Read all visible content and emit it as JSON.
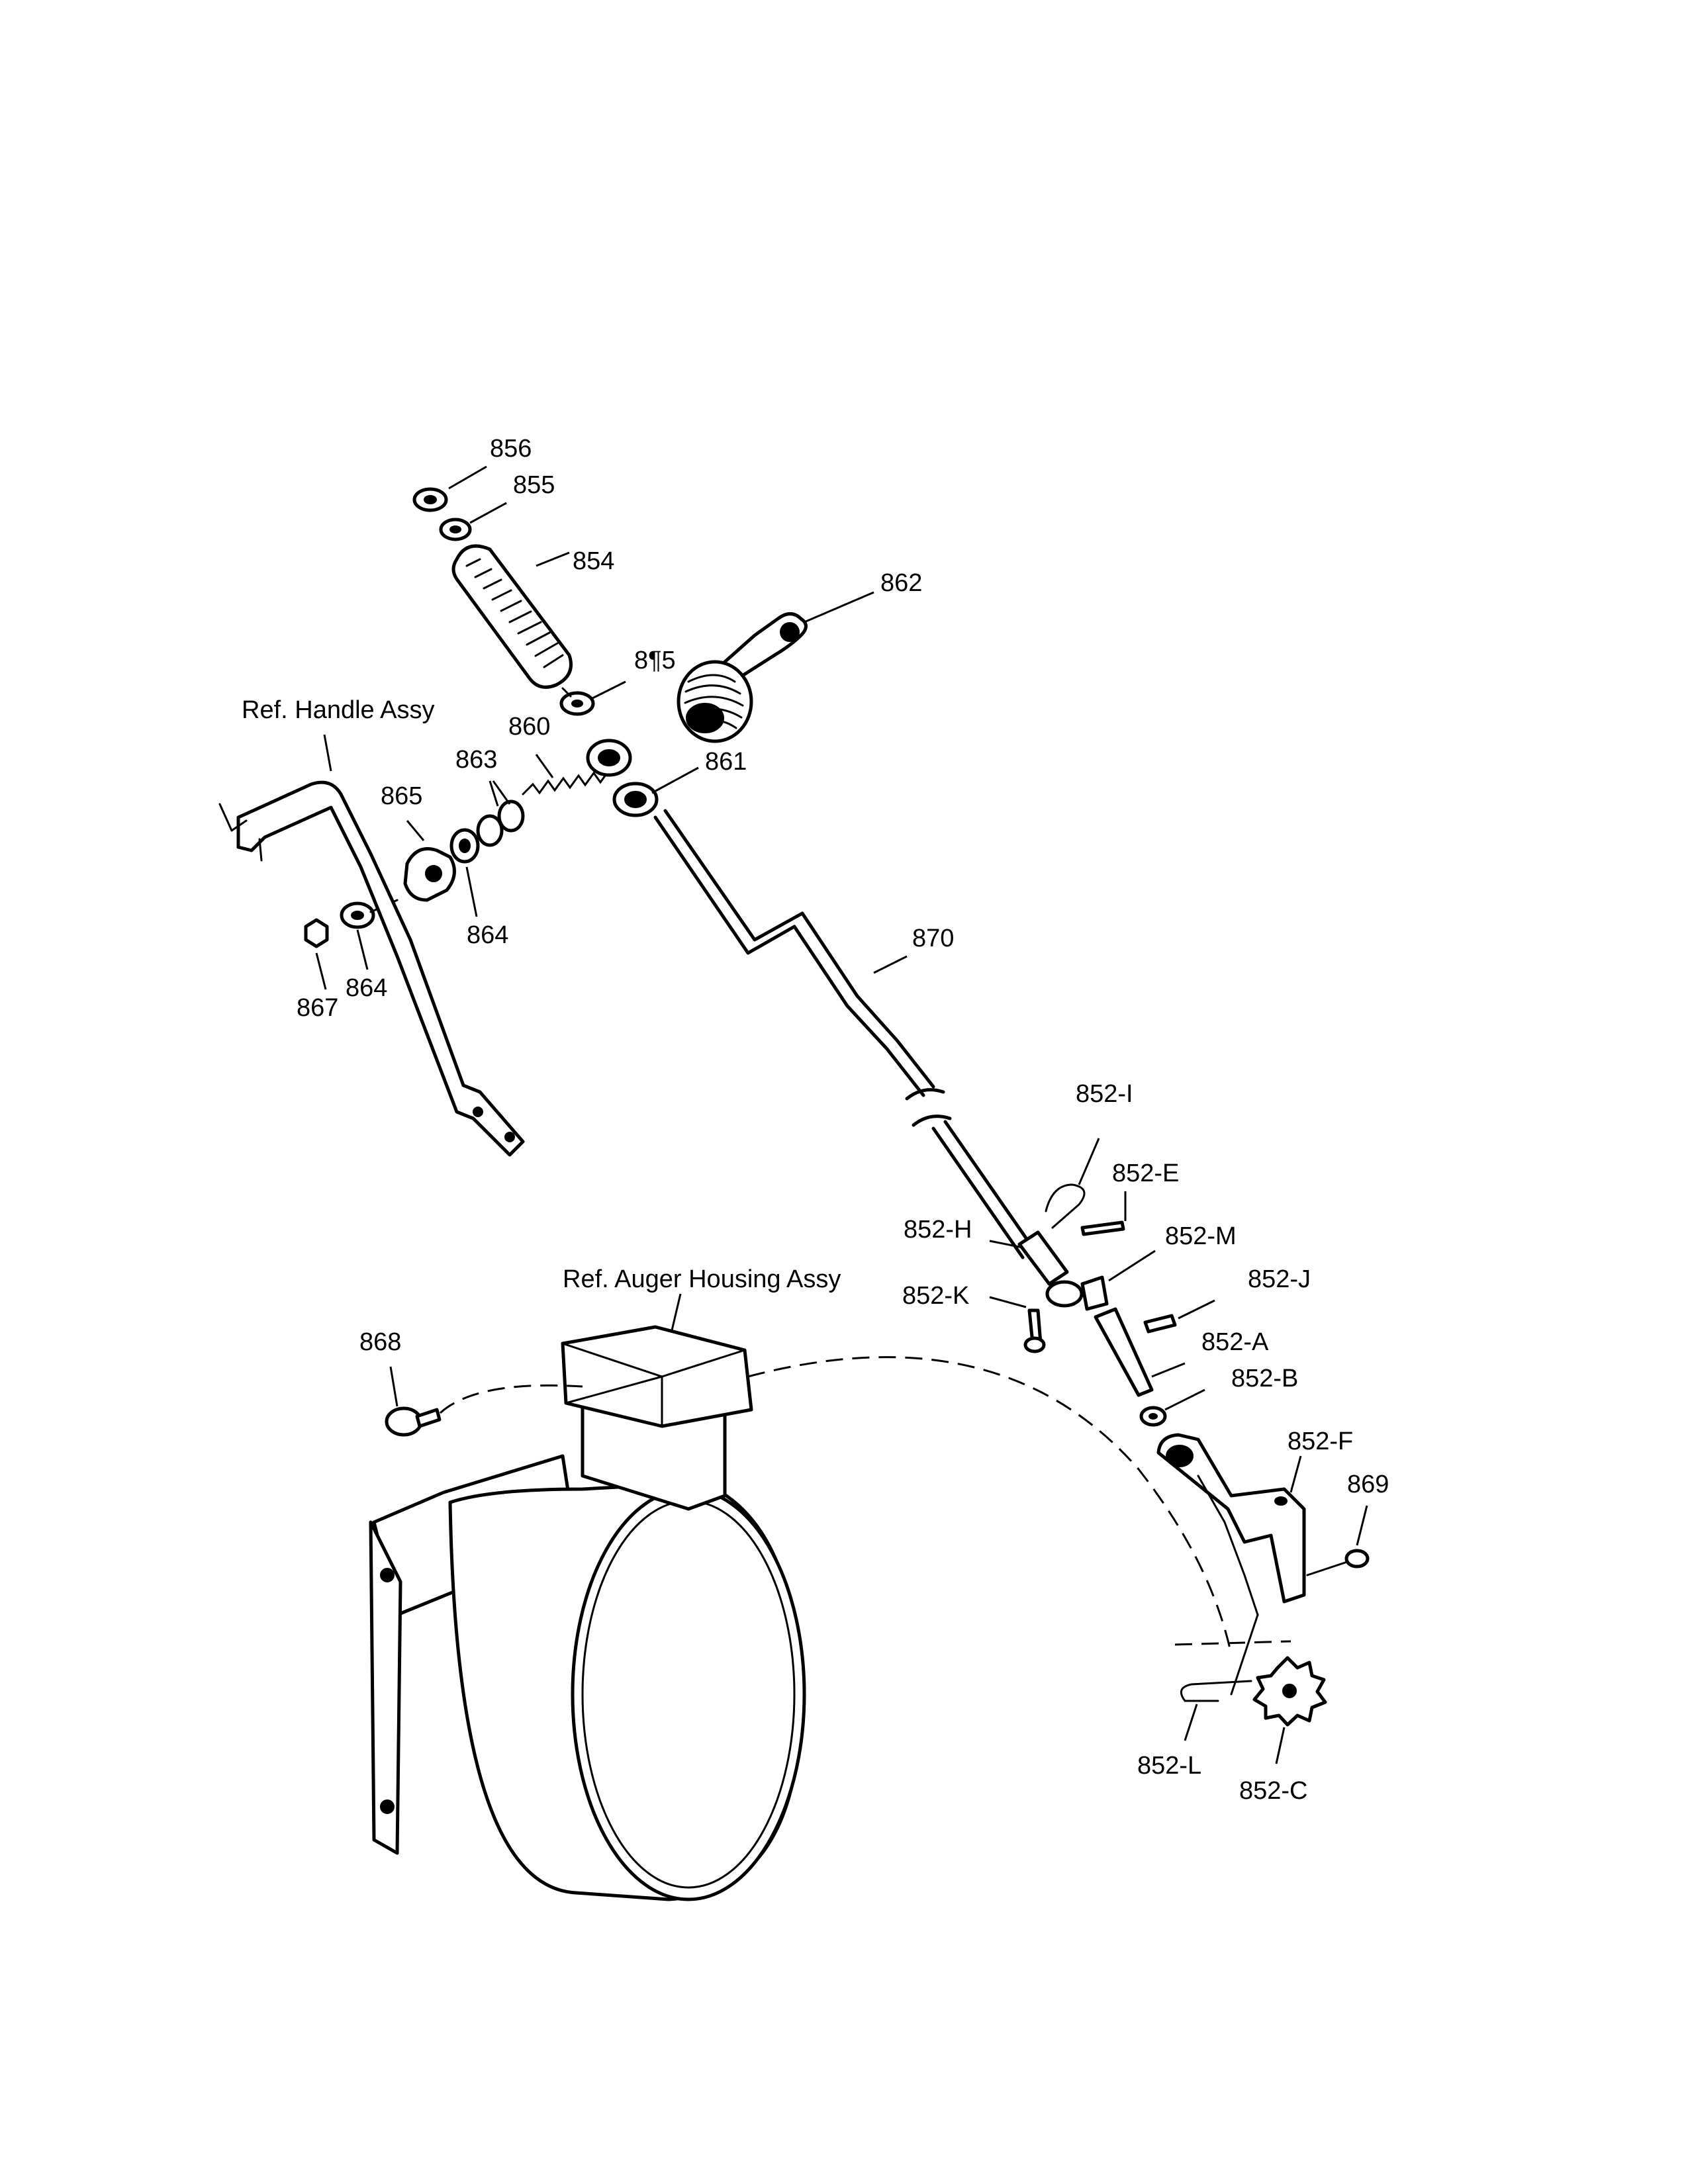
{
  "labels": {
    "p856": "856",
    "p855_top": "855",
    "p854": "854",
    "p855_mid": "8¶5",
    "p862": "862",
    "ref_handle": "Ref. Handle Assy",
    "p860": "860",
    "p863": "863",
    "p861": "861",
    "p865": "865",
    "p864_right": "864",
    "p864_left": "864",
    "p867": "867",
    "p870": "870",
    "p852I": "852-I",
    "p852E": "852-E",
    "p852H": "852-H",
    "p852M": "852-M",
    "p852J": "852-J",
    "p852K": "852-K",
    "ref_auger": "Ref. Auger Housing Assy",
    "p868": "868",
    "p852A": "852-A",
    "p852B": "852-B",
    "p852F": "852-F",
    "p869": "869",
    "p852L": "852-L",
    "p852C": "852-C"
  }
}
